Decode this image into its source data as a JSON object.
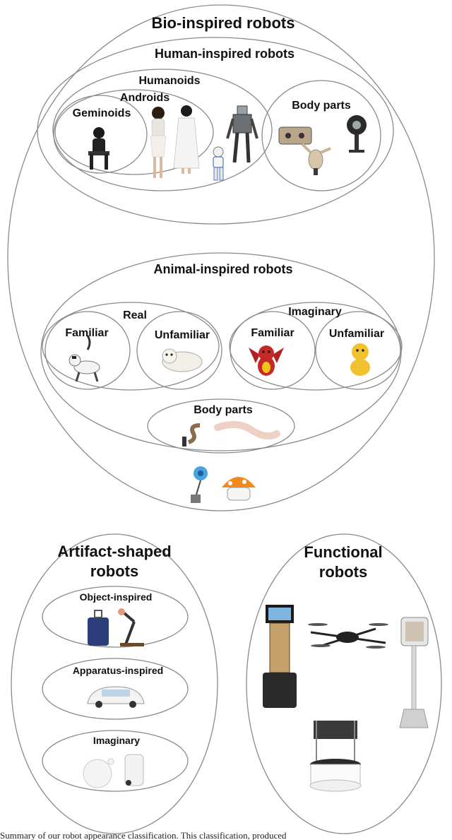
{
  "figure": {
    "bio": {
      "title": "Bio-inspired robots",
      "human": {
        "title": "Human-inspired robots",
        "humanoids": "Humanoids",
        "androids": "Androids",
        "geminoids": "Geminoids",
        "body_parts": "Body parts"
      },
      "animal": {
        "title": "Animal-inspired robots",
        "real": {
          "title": "Real",
          "familiar": "Familiar",
          "unfamiliar": "Unfamiliar"
        },
        "imaginary": {
          "title": "Imaginary",
          "familiar": "Familiar",
          "unfamiliar": "Unfamiliar"
        },
        "body_parts": "Body parts"
      }
    },
    "artifact": {
      "title_line1": "Artifact-shaped",
      "title_line2": "robots",
      "object": "Object-inspired",
      "apparatus": "Apparatus-inspired",
      "imaginary": "Imaginary"
    },
    "functional": {
      "title_line1": "Functional",
      "title_line2": "robots"
    }
  },
  "caption": "Summary of our robot appearance classification. This classification, produced"
}
